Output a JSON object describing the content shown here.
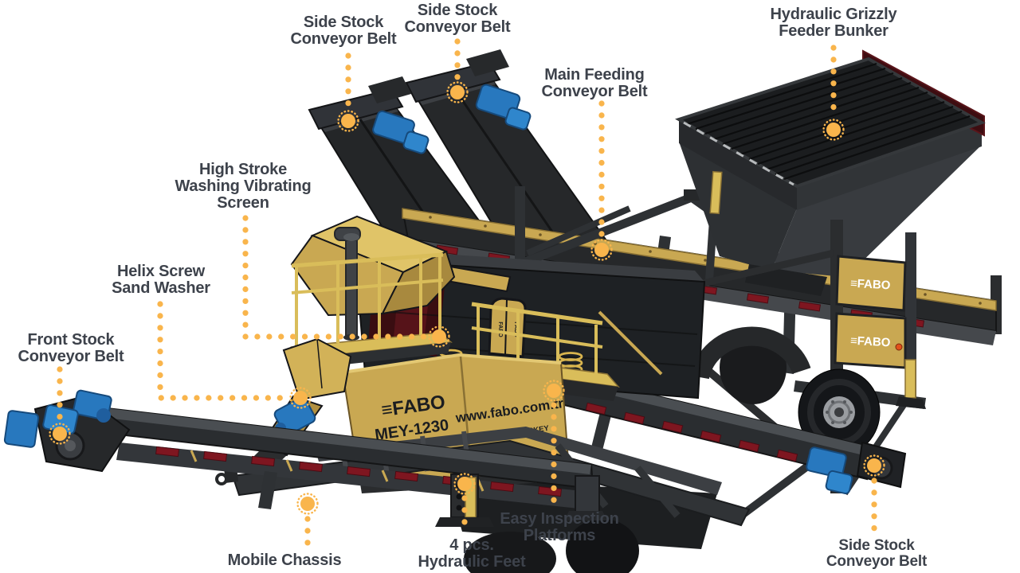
{
  "page": {
    "background": "#ffffff",
    "type": "machine-parts-diagram"
  },
  "colors": {
    "accent": "#F9B54C",
    "label_text": "#3D424B",
    "machine_gold": "#C9A852",
    "machine_gold_light": "#E0C468",
    "steel_dark": "#2B2D2F",
    "motor_blue": "#2878BE",
    "roller_red": "#7E1620",
    "hopper_maroon": "#3D0D11"
  },
  "machine": {
    "brand_logo": "≡FABO",
    "model": "MEY-1230",
    "website": "www.fabo.com.tr",
    "location": "IZMIR/TURKEY",
    "door_brand": "FABO"
  },
  "callouts": [
    {
      "id": "side-stock-left",
      "label": "Side Stock\nConveyor Belt"
    },
    {
      "id": "side-stock-center",
      "label": "Side Stock\nConveyor Belt"
    },
    {
      "id": "grizzly-feeder",
      "label": "Hydraulic Grizzly\nFeeder Bunker"
    },
    {
      "id": "main-feeding",
      "label": "Main Feeding\nConveyor Belt"
    },
    {
      "id": "vibrating-screen",
      "label": "High Stroke\nWashing Vibrating\nScreen"
    },
    {
      "id": "helix-washer",
      "label": "Helix Screw\nSand Washer"
    },
    {
      "id": "front-stock",
      "label": "Front Stock\nConveyor Belt"
    },
    {
      "id": "mobile-chassis",
      "label": "Mobile Chassis"
    },
    {
      "id": "hydraulic-feet",
      "label": "4 pcs.\nHydraulic Feet"
    },
    {
      "id": "easy-inspection",
      "label": "Easy Inspection\nPlatforms"
    },
    {
      "id": "side-stock-right",
      "label": "Side Stock\nConveyor Belt"
    }
  ]
}
